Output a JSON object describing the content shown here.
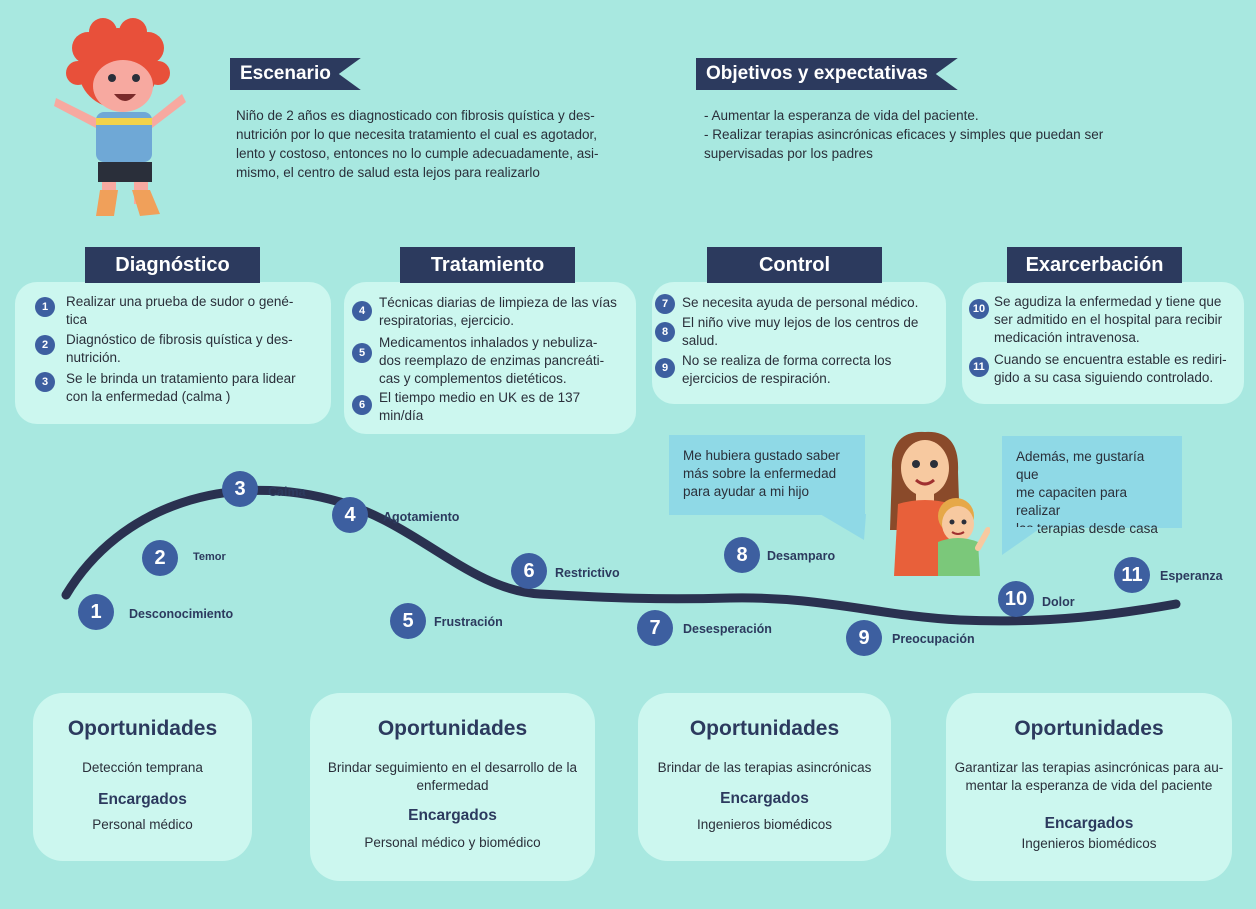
{
  "colors": {
    "background": "#a8e8e0",
    "navy": "#2c3a5e",
    "number": "#3d5fa0",
    "box": "#ccf7ef",
    "bubble": "#8fd9e6"
  },
  "escenario": {
    "title": "Escenario",
    "text": [
      "Niño de 2 años es diagnosticado con fibrosis quística y des-",
      "nutrición por lo que necesita tratamiento el cual es agotador,",
      "lento  y costoso, entonces no lo cumple adecuadamente, asi-",
      "mismo, el centro de salud esta lejos para realizarlo"
    ]
  },
  "objetivos": {
    "title": "Objetivos y expectativas",
    "text": [
      "- Aumentar la esperanza de vida del paciente.",
      "- Realizar terapias asincrónicas eficaces y simples que puedan ser",
      "supervisadas por los padres"
    ]
  },
  "phases": [
    {
      "title": "Diagnóstico",
      "items": [
        {
          "num": "1",
          "lines": [
            "Realizar una prueba de sudor o gené-",
            "tica"
          ]
        },
        {
          "num": "2",
          "lines": [
            "Diagnóstico de fibrosis quística y des-",
            "nutrición."
          ]
        },
        {
          "num": "3",
          "lines": [
            "Se le brinda un tratamiento para lidear",
            "con la enfermedad (calma )"
          ]
        }
      ]
    },
    {
      "title": "Tratamiento",
      "items": [
        {
          "num": "4",
          "lines": [
            "Técnicas diarias de limpieza de las vías",
            "respiratorias, ejercicio."
          ]
        },
        {
          "num": "5",
          "lines": [
            "Medicamentos inhalados y nebuliza-",
            "dos reemplazo de enzimas pancreáti-",
            "cas y complementos dietéticos."
          ]
        },
        {
          "num": "6",
          "lines": [
            "El tiempo medio en UK es de 137",
            "min/día"
          ]
        }
      ]
    },
    {
      "title": "Control",
      "items": [
        {
          "num": "7",
          "lines": [
            "Se necesita ayuda de personal médico."
          ]
        },
        {
          "num": "8",
          "lines": [
            "El niño vive muy lejos de los centros de",
            "salud."
          ]
        },
        {
          "num": "9",
          "lines": [
            "No se realiza de forma correcta los",
            "ejercicios de respiración."
          ]
        }
      ]
    },
    {
      "title": "Exarcerbación",
      "items": [
        {
          "num": "10",
          "lines": [
            "Se agudiza la enfermedad y tiene que",
            "ser admitido en el hospital para recibir",
            "medicación intravenosa."
          ]
        },
        {
          "num": "11",
          "lines": [
            "Cuando se encuentra estable es rediri-",
            "gido a su casa siguiendo controlado."
          ]
        }
      ]
    }
  ],
  "emotions": [
    {
      "num": "1",
      "label": "Desconocimiento"
    },
    {
      "num": "2",
      "label": "Temor"
    },
    {
      "num": "3",
      "label": "Calma"
    },
    {
      "num": "4",
      "label": "Agotamiento"
    },
    {
      "num": "5",
      "label": "Frustración"
    },
    {
      "num": "6",
      "label": "Restrictivo"
    },
    {
      "num": "7",
      "label": "Desesperación"
    },
    {
      "num": "8",
      "label": "Desamparo"
    },
    {
      "num": "9",
      "label": "Preocupación"
    },
    {
      "num": "10",
      "label": "Dolor"
    },
    {
      "num": "11",
      "label": "Esperanza"
    }
  ],
  "bubbles": [
    {
      "lines": [
        "Me hubiera gustado saber",
        "más sobre la enfermedad",
        "para ayudar a mi hijo"
      ]
    },
    {
      "lines": [
        "Además, me gustaría que",
        "me capaciten para realizar",
        "las terapias desde casa"
      ]
    }
  ],
  "opportunities": [
    {
      "title": "Oportunidades",
      "desc": [
        "Detección temprana"
      ],
      "enc_title": "Encargados",
      "enc": "Personal médico"
    },
    {
      "title": "Oportunidades",
      "desc": [
        "Brindar seguimiento en el desarrollo de la",
        "enfermedad"
      ],
      "enc_title": "Encargados",
      "enc": "Personal médico y biomédico"
    },
    {
      "title": "Oportunidades",
      "desc": [
        "Brindar de las terapias asincrónicas"
      ],
      "enc_title": "Encargados",
      "enc": "Ingenieros biomédicos"
    },
    {
      "title": "Oportunidades",
      "desc": [
        "Garantizar las terapias asincrónicas para au-",
        "mentar la esperanza de vida del paciente"
      ],
      "enc_title": "Encargados",
      "enc": "Ingenieros biomédicos"
    }
  ]
}
